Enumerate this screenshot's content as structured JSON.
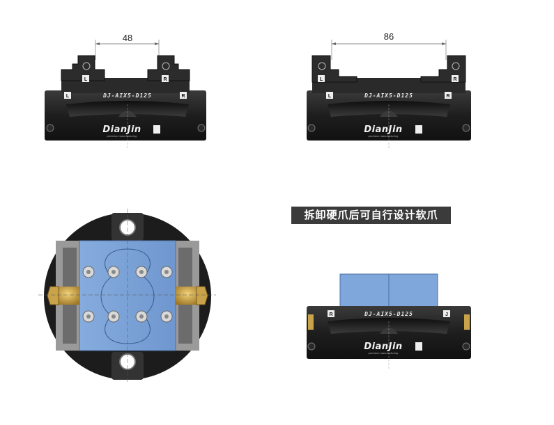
{
  "top_left_view": {
    "dimension": "48",
    "model": "DJ-AIX5-D125",
    "brand": "DianJin",
    "tagline": "precision manufacturing",
    "jaw_left": "L",
    "jaw_right": "R"
  },
  "top_right_view": {
    "dimension": "86",
    "model": "DJ-AIX5-D125",
    "brand": "DianJin",
    "tagline": "precision manufacturing",
    "jaw_left": "L",
    "jaw_right": "R"
  },
  "note_banner": "拆卸硬爪后可自行设计软爪",
  "bottom_right_view": {
    "model": "DJ-AIX5-D125",
    "brand": "DianJin",
    "tagline": "precision manufacturing",
    "jaw_left": "R",
    "jaw_right": "J"
  },
  "colors": {
    "body": "#1f1f1f",
    "jaw_blue": "#7fa7dc",
    "brass": "#c9a34a"
  }
}
